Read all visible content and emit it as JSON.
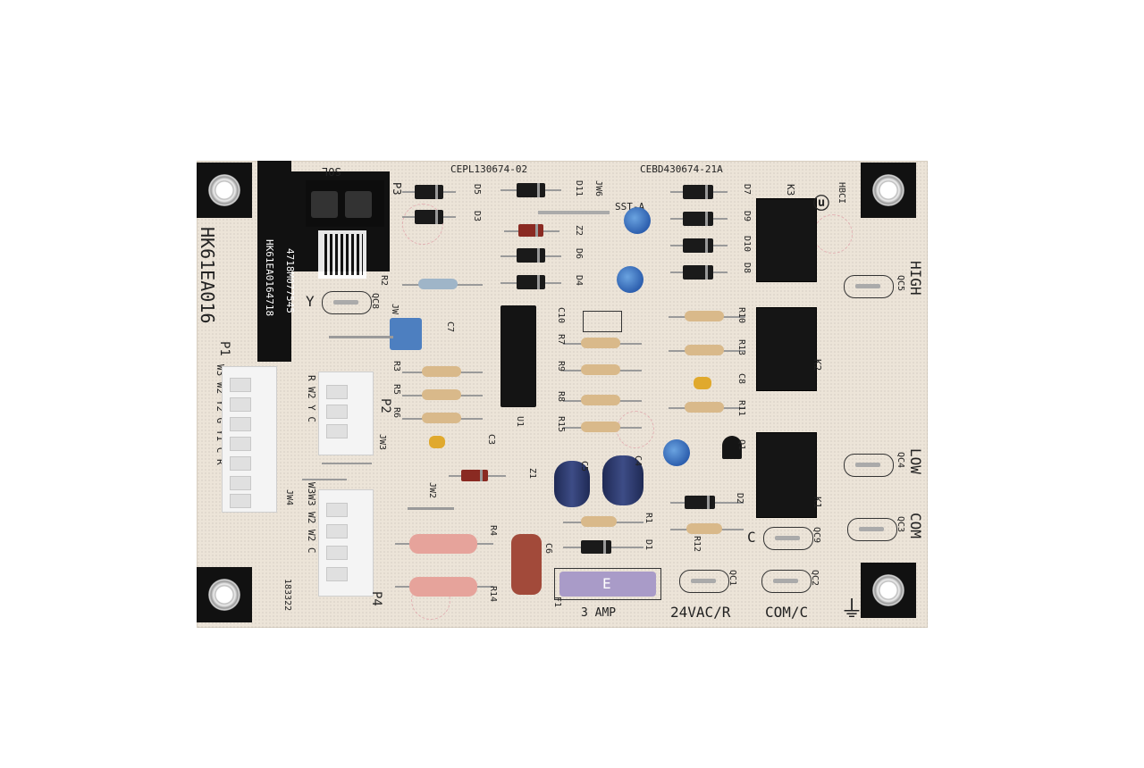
{
  "board": {
    "part_number": "CEPL130674-02",
    "assembly_number": "CEBD430674-21A",
    "model": "HK61EA016",
    "label_serial": "HK61EA0164718",
    "label_code": "4718M077545",
    "date_code": "183322",
    "cert_mark": "HBCI"
  },
  "terminals": {
    "sol": "SOL",
    "p3": "P3",
    "y": "Y",
    "high": "HIGH",
    "low": "LOW",
    "com": "COM",
    "c": "C",
    "vac": "24VAC/R",
    "comc": "COM/C",
    "fuse_rating": "3  AMP",
    "fuse_letter": "E",
    "f1": "F1",
    "sst": "SST-A"
  },
  "headers": {
    "p1": "P1",
    "p1_pins": "W3 W2 Y2 G Y1 C R",
    "p2": "P2",
    "p2_pins": "R W2 Y C",
    "p4": "P4",
    "p4_pins": "W3W3 W2 W2 C"
  },
  "designators": {
    "d5": "D5",
    "d3": "D3",
    "d11": "D11",
    "jw6": "JW6",
    "d7": "D7",
    "d9": "D9",
    "d10": "D10",
    "d8": "D8",
    "z2": "Z2",
    "d6": "D6",
    "d4": "D4",
    "k3": "K3",
    "k2": "K2",
    "k1": "K1",
    "qc5": "QC5",
    "qc4": "QC4",
    "qc3": "QC3",
    "qc9": "QC9",
    "qc1": "QC1",
    "qc2": "QC2",
    "qc8": "QC8",
    "r2": "R2",
    "c7": "C7",
    "jw": "JW",
    "r3": "R3",
    "r5": "R5",
    "r6": "R6",
    "c3": "C3",
    "c10": "C10",
    "r7": "R7",
    "r9": "R9",
    "r8": "R8",
    "r15": "R15",
    "u1": "U1",
    "r10": "R10",
    "r13": "R13",
    "c8": "C8",
    "r11": "R11",
    "q1": "Q1",
    "d2": "D2",
    "r12": "R12",
    "z1": "Z1",
    "r1": "R1",
    "d1": "D1",
    "c6": "C6",
    "r4": "R4",
    "r14": "R14",
    "jw2": "JW2",
    "jw3": "JW3",
    "jw4": "JW4",
    "c5": "C5",
    "c4": "C4"
  }
}
